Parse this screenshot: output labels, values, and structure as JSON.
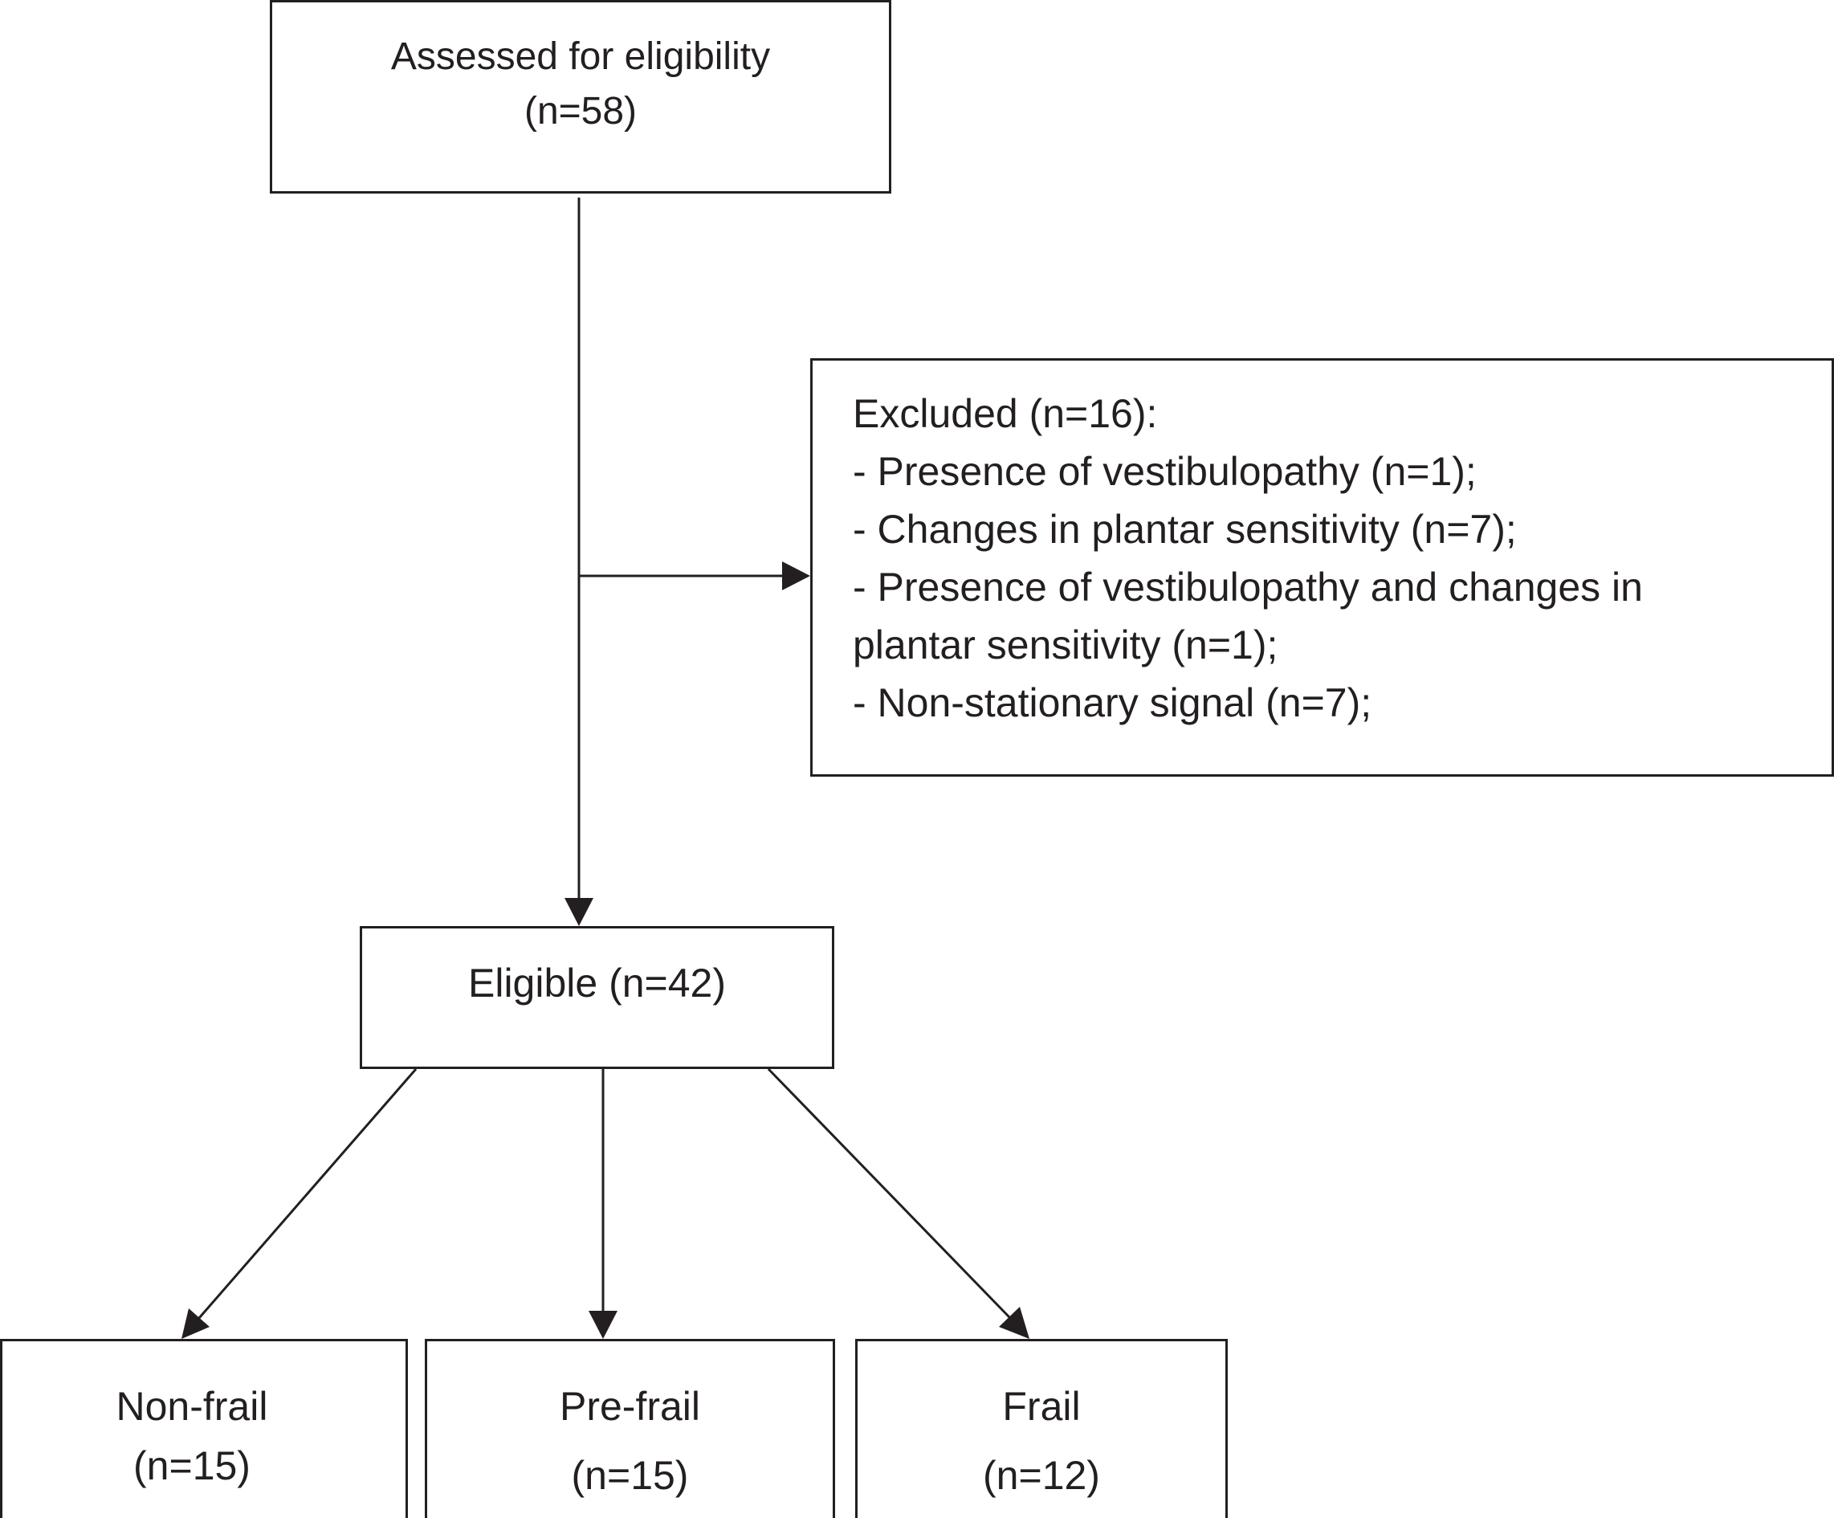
{
  "diagram": {
    "assessed": {
      "line1": "Assessed for eligibility",
      "line2": "(n=58)"
    },
    "excluded": {
      "title": "Excluded (n=16):",
      "items": [
        "- Presence of vestibulopathy (n=1);",
        "- Changes in plantar sensitivity (n=7);",
        "- Presence of vestibulopathy and changes in",
        "plantar sensitivity (n=1);",
        "- Non-stationary signal (n=7);"
      ]
    },
    "eligible": {
      "label": "Eligible (n=42)"
    },
    "groups": [
      {
        "label": "Non-frail",
        "count": "(n=15)"
      },
      {
        "label": "Pre-frail",
        "count": "(n=15)"
      },
      {
        "label": "Frail",
        "count": "(n=12)"
      }
    ],
    "colors": {
      "stroke": "#231f20",
      "background": "#ffffff"
    }
  }
}
